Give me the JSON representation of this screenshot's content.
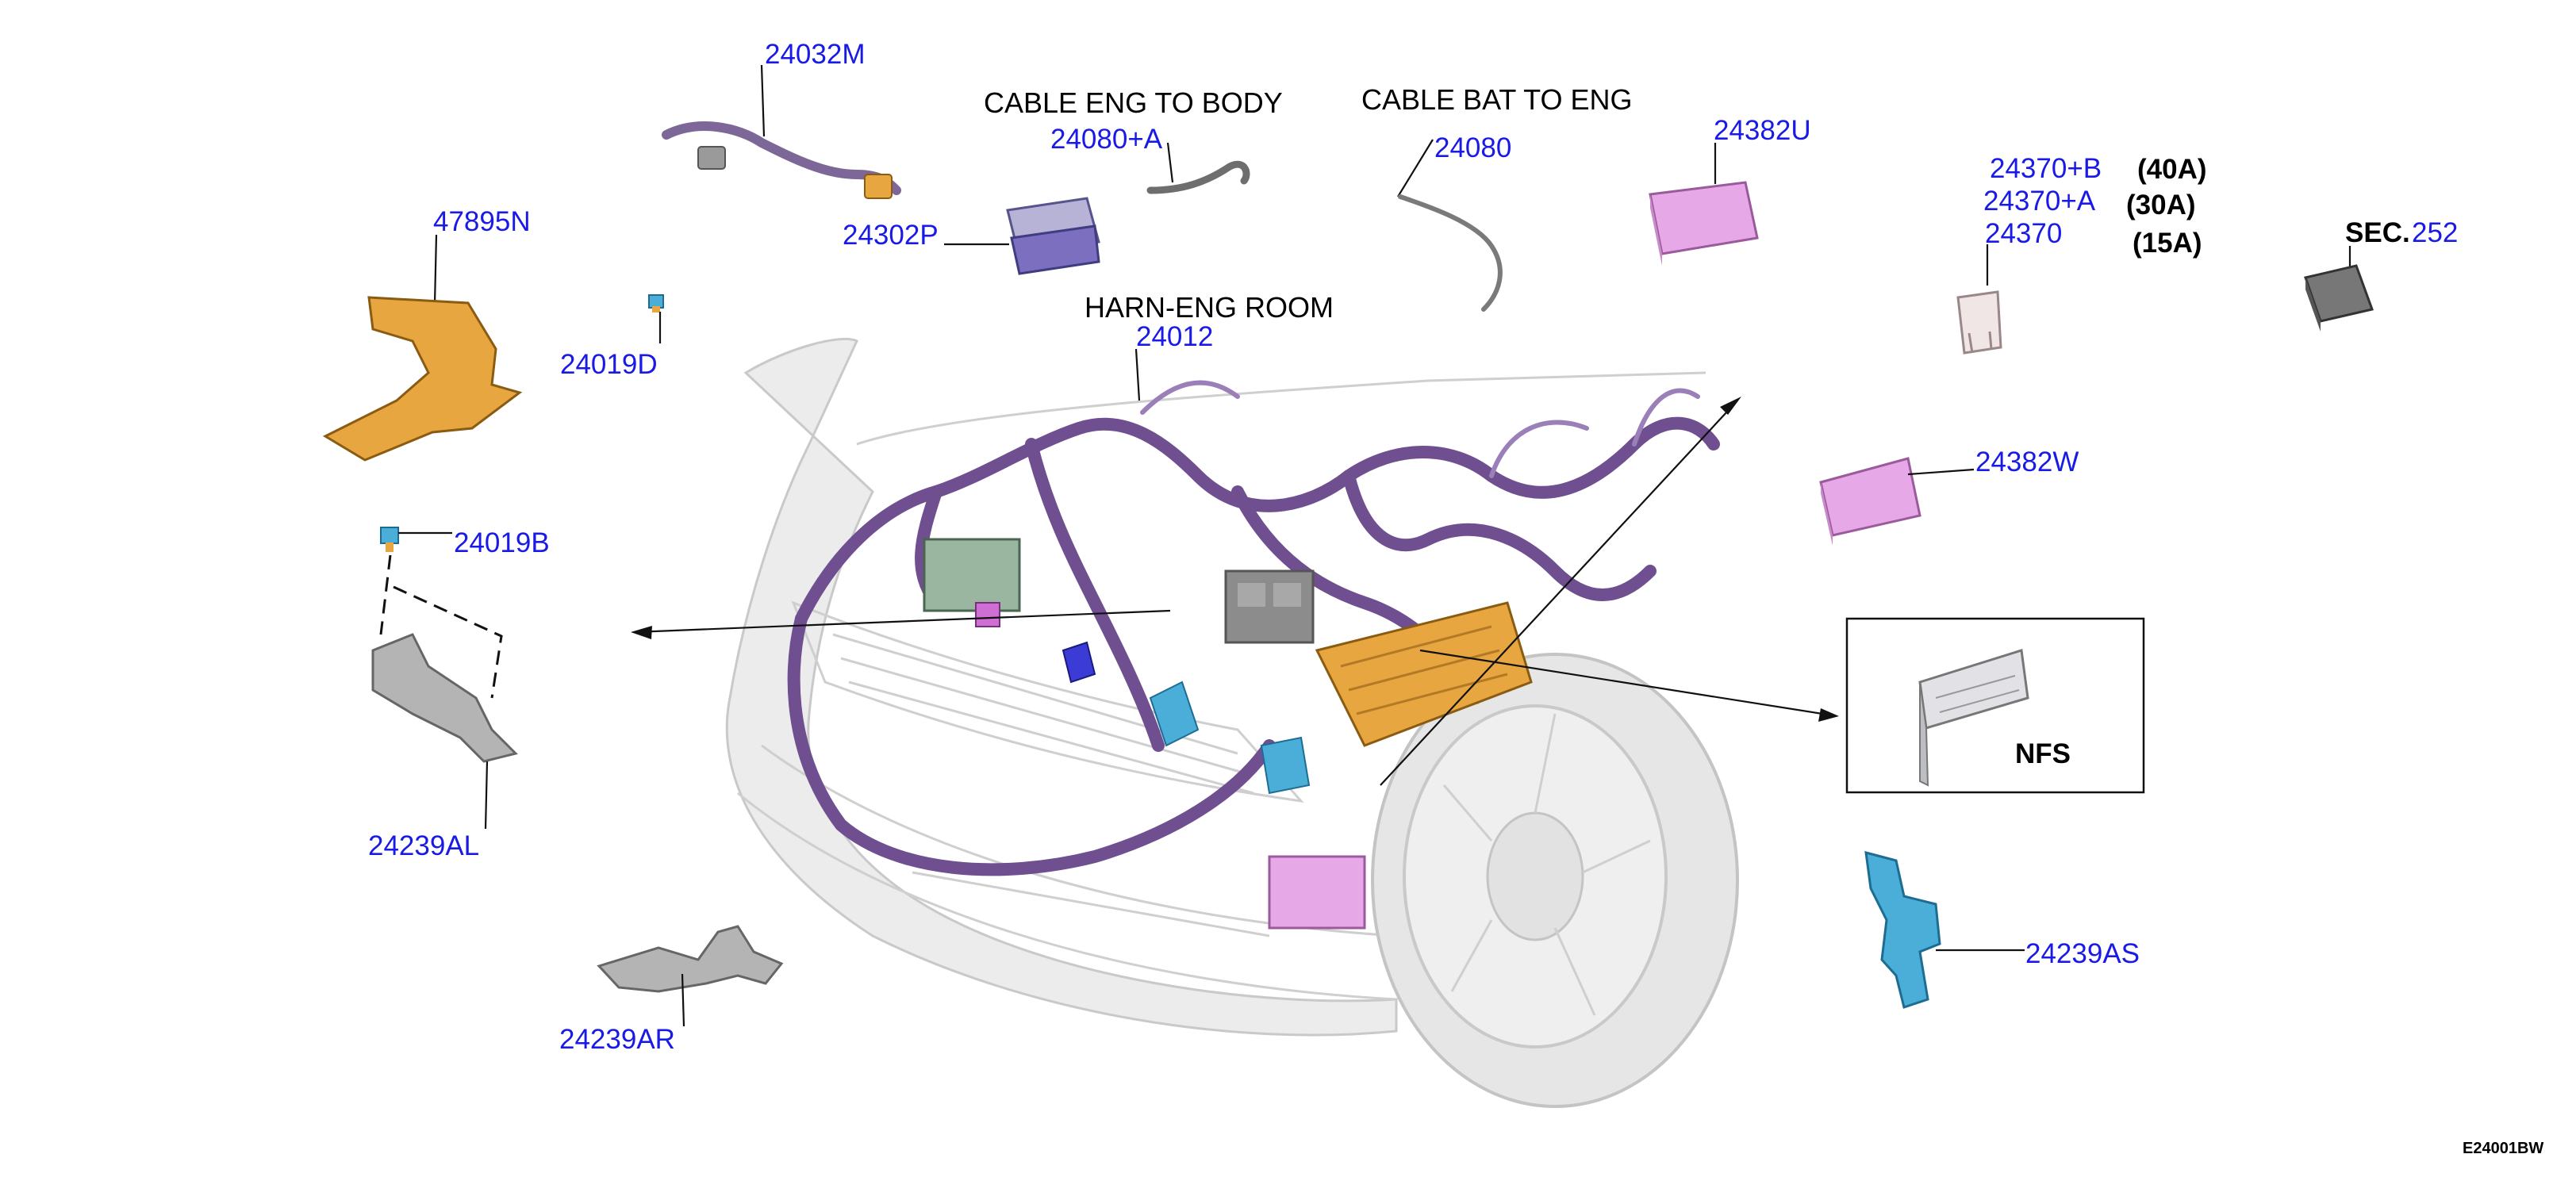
{
  "labels": {
    "p24032M": "24032M",
    "cable_eng_to_body": "CABLE ENG TO BODY",
    "p24080A": "24080+A",
    "cable_bat_to_eng": "CABLE BAT TO ENG",
    "p24080": "24080",
    "p24382U": "24382U",
    "p24370B": "24370+B",
    "amp40": "(40A)",
    "p24370A": "24370+A",
    "amp30": "(30A)",
    "p24370": "24370",
    "amp15": "(15A)",
    "sec_prefix": "SEC.",
    "sec_num": "252",
    "p47895N": "47895N",
    "p24302P": "24302P",
    "harn_eng_room": "HARN-ENG ROOM",
    "p24012": "24012",
    "p24019D": "24019D",
    "p24382W": "24382W",
    "p24019B": "24019B",
    "nfs": "NFS",
    "p24239AL": "24239AL",
    "p24239AS": "24239AS",
    "p24239AR": "24239AR",
    "diagram_code": "E24001BW"
  },
  "colors": {
    "part_number": "#1a1ae6",
    "harness": "#6f4f8f",
    "bracket_orange": "#e8a640",
    "fuse_pink": "#e6a8e6",
    "bracket_blue": "#4aaed9",
    "bracket_gray": "#b4b4b4"
  },
  "icons": [
    "fuse-box-pink",
    "bracket-orange",
    "bracket-gray",
    "bracket-blue",
    "relay-gray",
    "cable-harness",
    "nfs-connector"
  ]
}
